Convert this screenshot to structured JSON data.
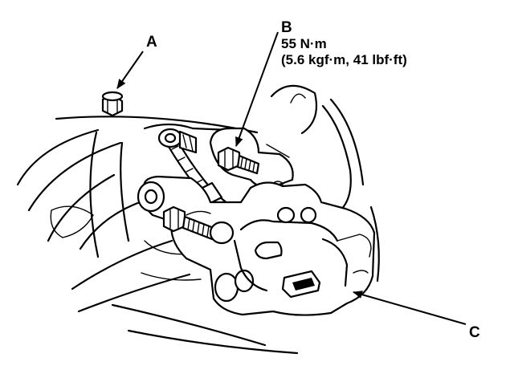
{
  "callouts": {
    "a": {
      "letter": "A"
    },
    "b": {
      "letter": "B",
      "torque_nm": "55 N·m",
      "torque_alt": "(5.6 kgf·m, 41 lbf·ft)"
    },
    "c": {
      "letter": "C"
    }
  }
}
